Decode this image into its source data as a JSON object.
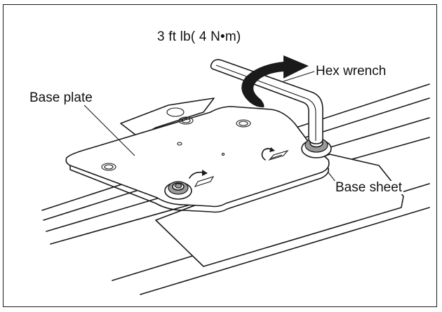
{
  "labels": {
    "torque": "3 ft lb( 4 N•m)",
    "hex_wrench": "Hex wrench",
    "base_plate": "Base plate",
    "base_sheet": "Base sheet"
  },
  "colors": {
    "line": "#1a1a1a",
    "screw_gray": "#9a9a9a",
    "background": "#ffffff"
  },
  "icons": {
    "rotation_arrow": "clockwise-arrow-icon",
    "rotation_mark": "rotation-mark-icon"
  }
}
